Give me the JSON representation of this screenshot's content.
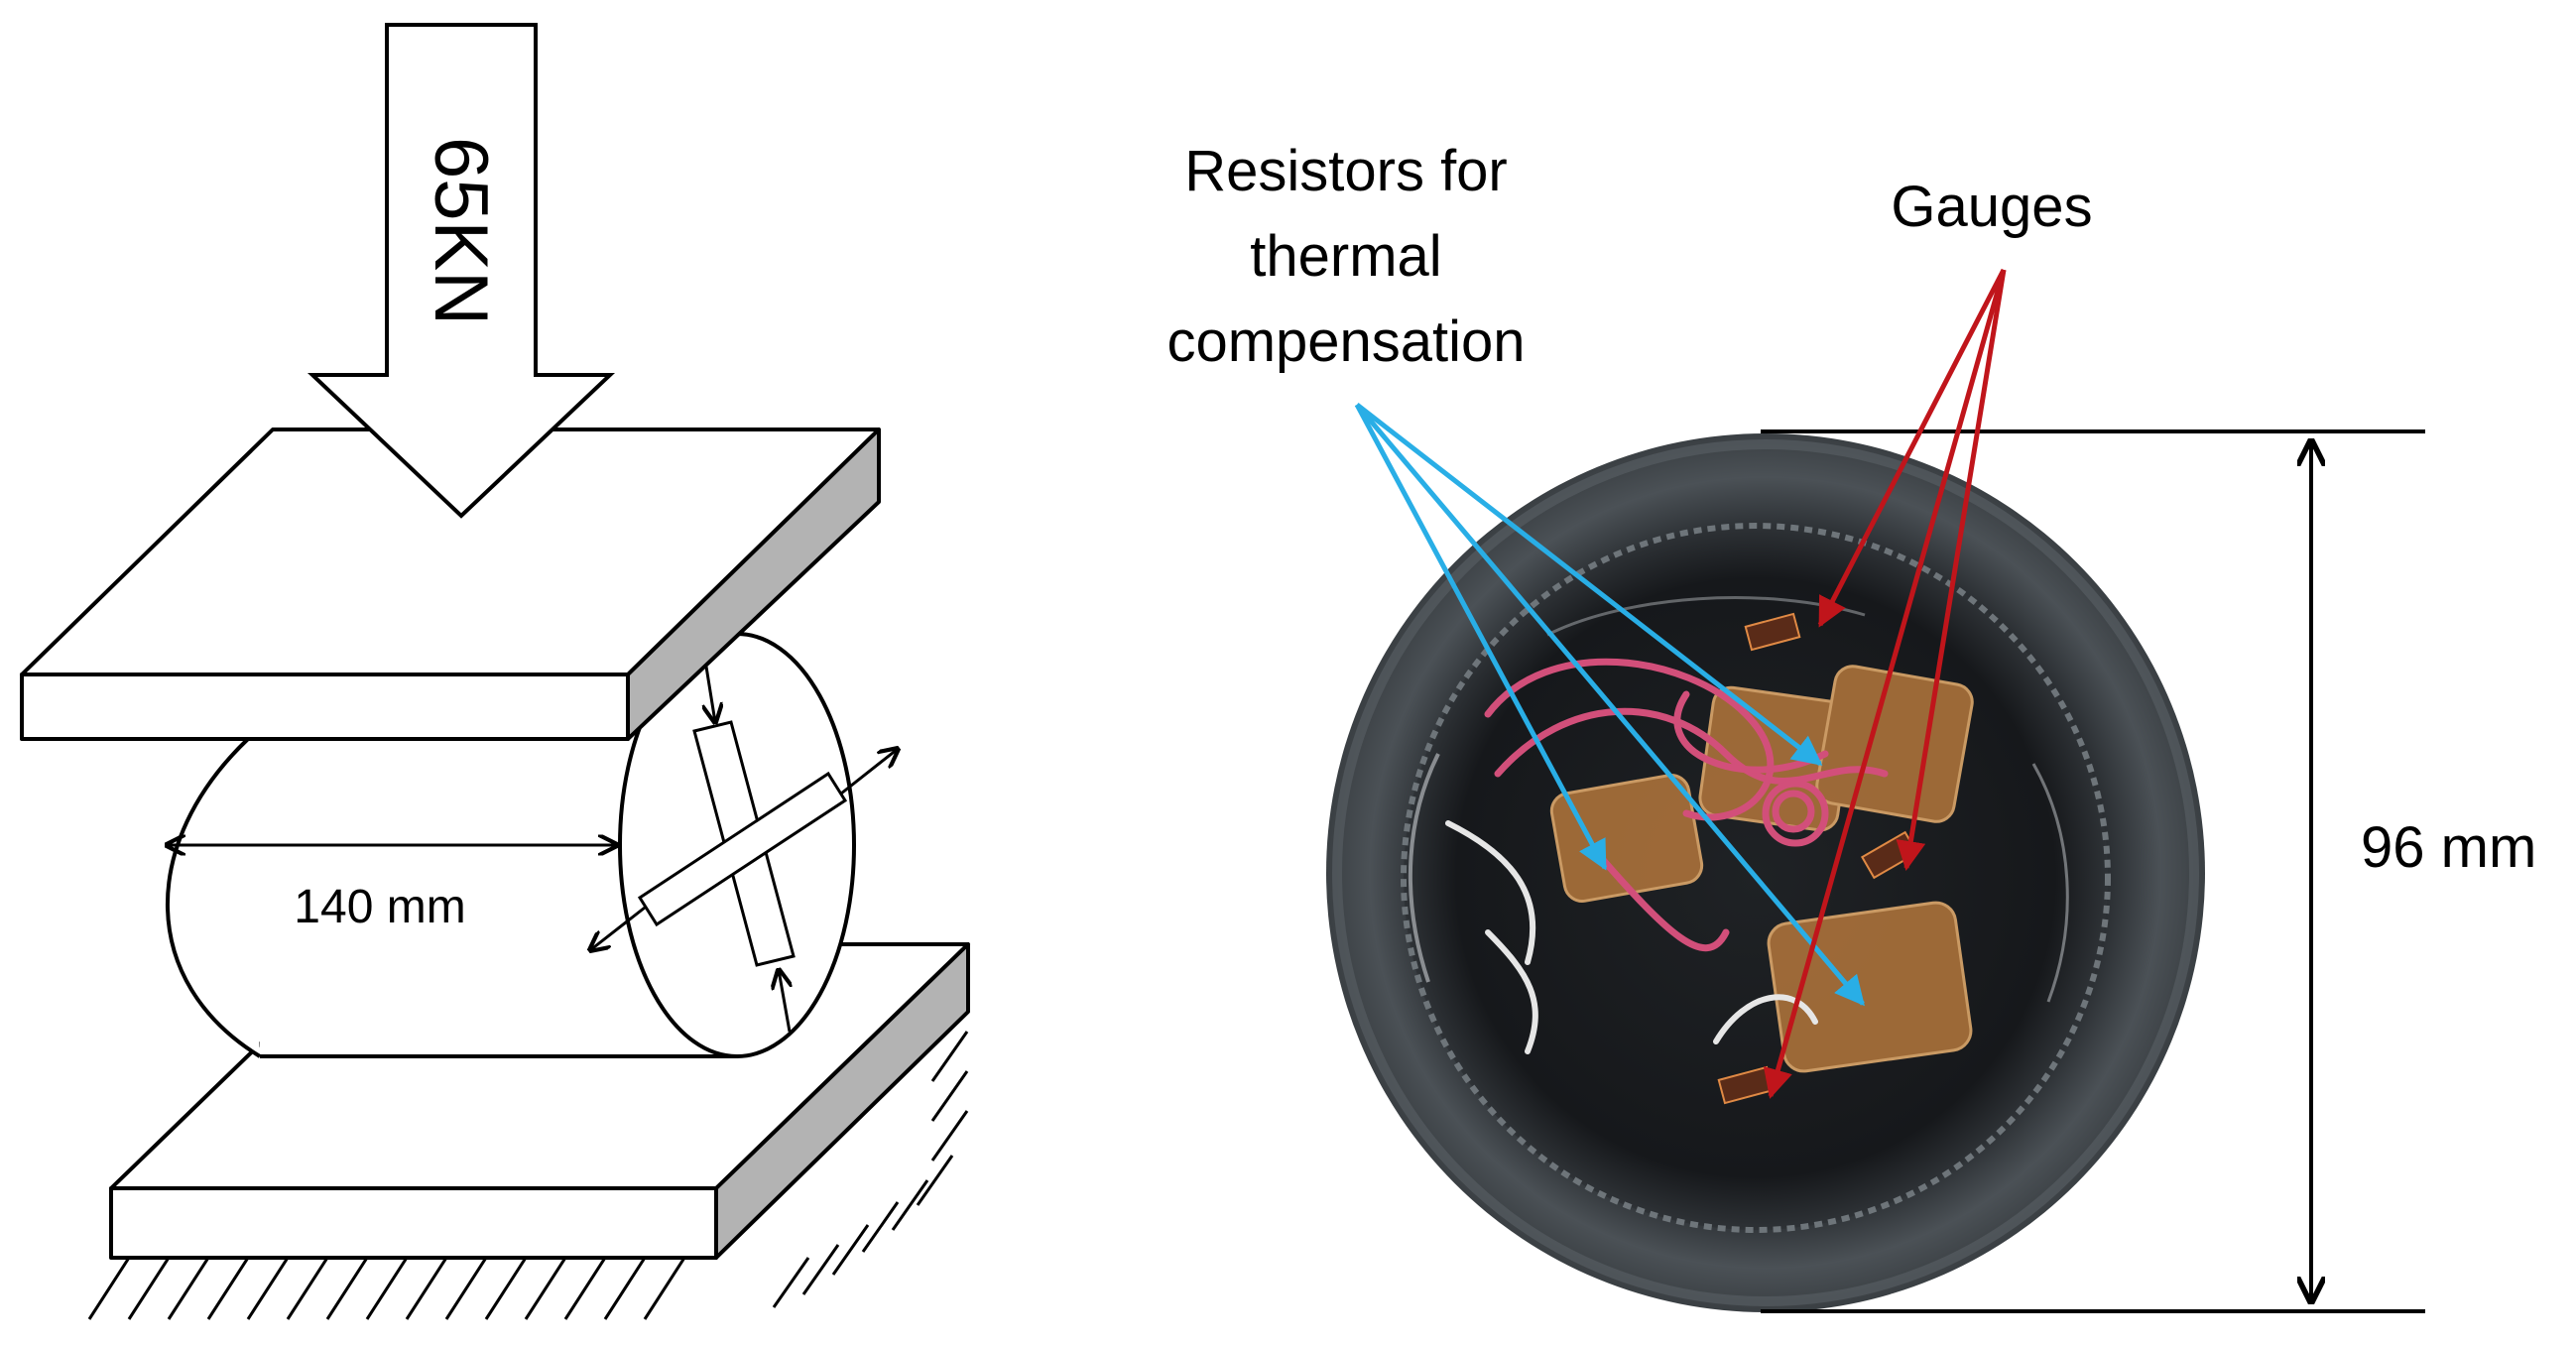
{
  "left_diagram": {
    "load_label": "65KN",
    "length_label": "140 mm"
  },
  "right_photo": {
    "label_resistors": [
      "Resistors for",
      "thermal",
      "compensation"
    ],
    "label_gauges": "Gauges",
    "diameter_label": "96 mm"
  },
  "colors": {
    "resistor_arrows": "#29aee6",
    "gauge_arrows": "#c0151b",
    "line": "#000000",
    "specimen_dark": "#2a2f33",
    "specimen_rim": "#4c5257",
    "wire_pink": "#d24f7a",
    "pad_amber": "#b0773a"
  }
}
